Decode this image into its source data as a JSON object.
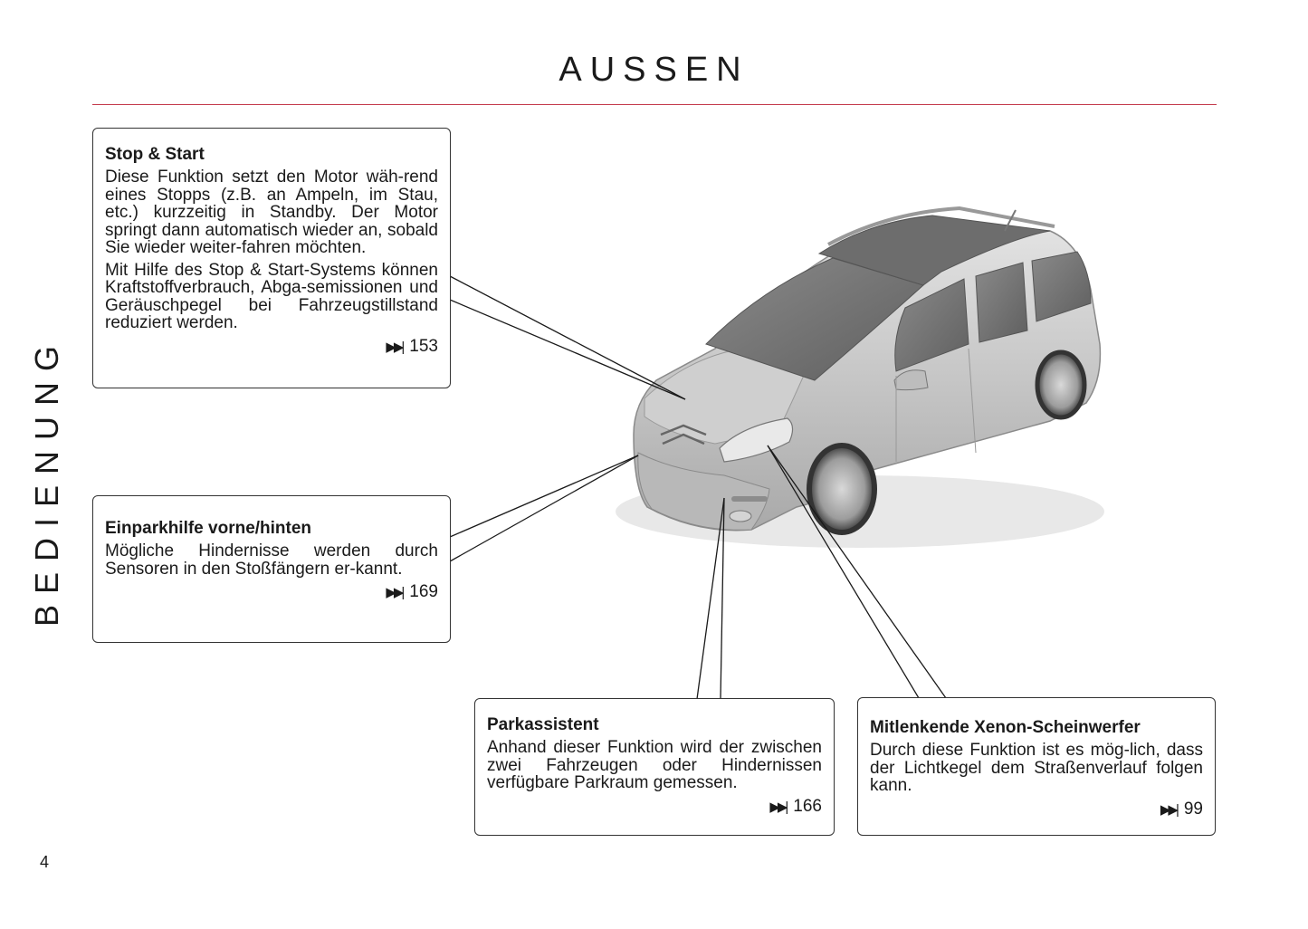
{
  "header": {
    "title": "AUSSEN"
  },
  "sidebar": {
    "label": "BEDIENUNG"
  },
  "page": {
    "number": "4"
  },
  "callouts": {
    "stop_start": {
      "title": "Stop & Start",
      "para1": "Diese Funktion setzt den Motor wäh-rend eines Stopps (z.B. an Ampeln, im Stau, etc.) kurzzeitig in Standby. Der Motor springt dann automatisch wieder an, sobald Sie wieder weiter-fahren möchten.",
      "para2": "Mit Hilfe des Stop & Start-Systems können Kraftstoffverbrauch, Abga-semissionen und Geräuschpegel bei Fahrzeugstillstand reduziert werden.",
      "page_ref": "153"
    },
    "einparkhilfe": {
      "title": "Einparkhilfe vorne/hinten",
      "para1": "Mögliche Hindernisse werden durch Sensoren in den Stoßfängern er-kannt.",
      "page_ref": "169"
    },
    "parkassistent": {
      "title": "Parkassistent",
      "para1": "Anhand dieser Funktion wird der zwischen zwei Fahrzeugen oder Hindernissen verfügbare Parkraum gemessen.",
      "page_ref": "166"
    },
    "xenon": {
      "title": "Mitlenkende Xenon-Scheinwerfer",
      "para1": "Durch diese Funktion ist es mög-lich, dass der Lichtkegel dem Straßenverlauf folgen kann.",
      "page_ref": "99"
    }
  },
  "icons": {
    "page_ref": "skip-forward-icon"
  },
  "colors": {
    "rule": "#c43a4c",
    "text": "#1a1a1a",
    "car_body": "#c8c8c8"
  }
}
